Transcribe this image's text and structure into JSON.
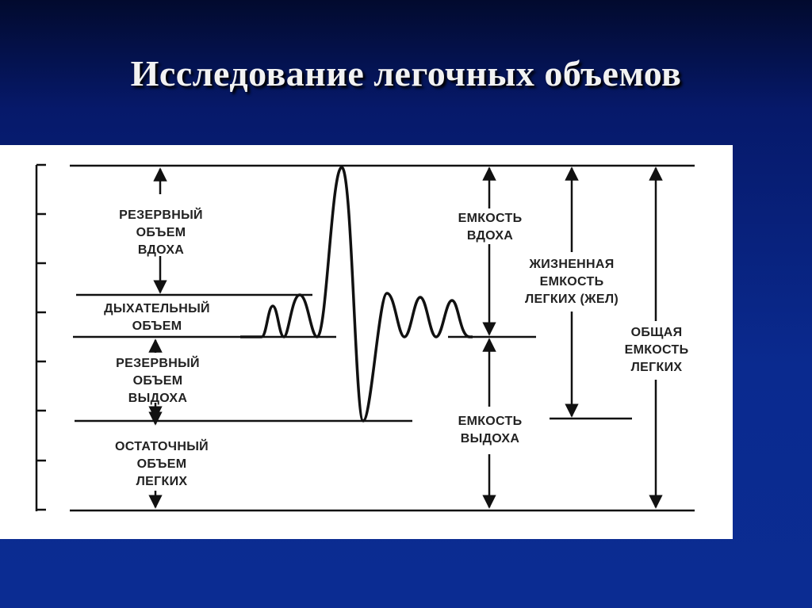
{
  "slide": {
    "title": "Исследование легочных объемов"
  },
  "labels": {
    "irv": [
      "РЕЗЕРВНЫЙ",
      "ОБЪЕМ",
      "ВДОХА"
    ],
    "tv": [
      "ДЫХАТЕЛЬНЫЙ",
      "ОБЪЕМ"
    ],
    "erv": [
      "РЕЗЕРВНЫЙ",
      "ОБЪЕМ",
      "ВЫДОХА"
    ],
    "rv": [
      "ОСТАТОЧНЫЙ",
      "ОБЪЕМ",
      "ЛЕГКИХ"
    ],
    "ic": [
      "ЕМКОСТЬ",
      "ВДОХА"
    ],
    "ec": [
      "ЕМКОСТЬ",
      "ВЫДОХА"
    ],
    "vc": [
      "ЖИЗНЕННАЯ",
      "ЕМКОСТЬ",
      "ЛЕГКИХ (ЖЕЛ)"
    ],
    "tlc": [
      "ОБЩАЯ",
      "ЕМКОСТЬ",
      "ЛЕГКИХ"
    ]
  },
  "colors": {
    "background": "#0a2a8f",
    "title": "#f2f2f2",
    "line": "#111111"
  }
}
